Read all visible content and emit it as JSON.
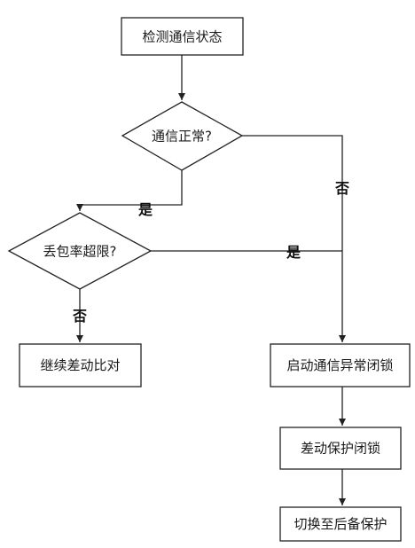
{
  "nodes": {
    "detect": "检测通信状态",
    "comm_ok": "通信正常?",
    "loss_exceed": "丢包率超限?",
    "continue_diff": "继续差动比对",
    "start_lock": "启动通信异常闭锁",
    "diff_lock": "差动保护闭锁",
    "switch_backup": "切换至后备保护"
  },
  "edges": {
    "yes_1": "是",
    "no_1": "否",
    "yes_2": "是",
    "no_2": "否"
  },
  "colors": {
    "stroke": "#222222",
    "text": "#1a1a1a",
    "background": "#ffffff"
  }
}
